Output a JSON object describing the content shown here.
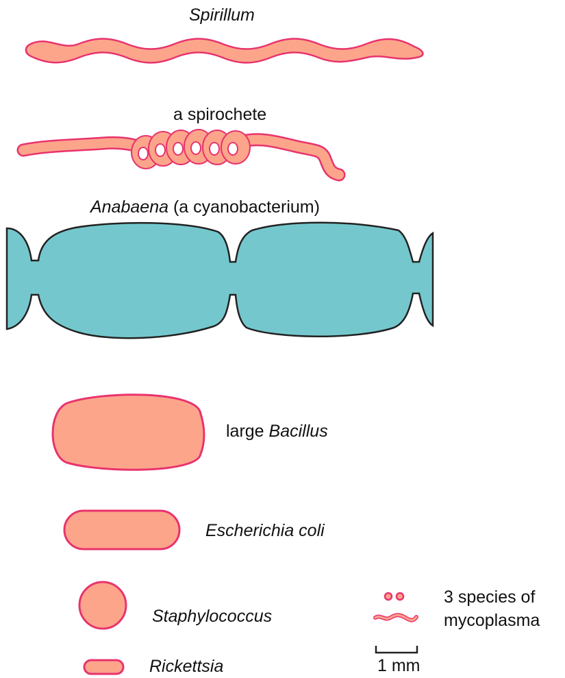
{
  "colors": {
    "cell_fill": "#fca58a",
    "cell_outline": "#e8336e",
    "cyano_fill": "#74c8cd",
    "cyano_outline": "#222222",
    "text": "#111111"
  },
  "labels": {
    "spirillum": "Spirillum",
    "spirochete": "a spirochete",
    "anabaena_genus": "Anabaena",
    "anabaena_desc": "(a cyanobacterium)",
    "bacillus_prefix": "large",
    "bacillus_genus": "Bacillus",
    "ecoli": "Escherichia coli",
    "staphylococcus": "Staphylococcus",
    "rickettsia": "Rickettsia",
    "mycoplasma_line1": "3 species of",
    "mycoplasma_line2": "mycoplasma",
    "scale": "1 mm"
  }
}
